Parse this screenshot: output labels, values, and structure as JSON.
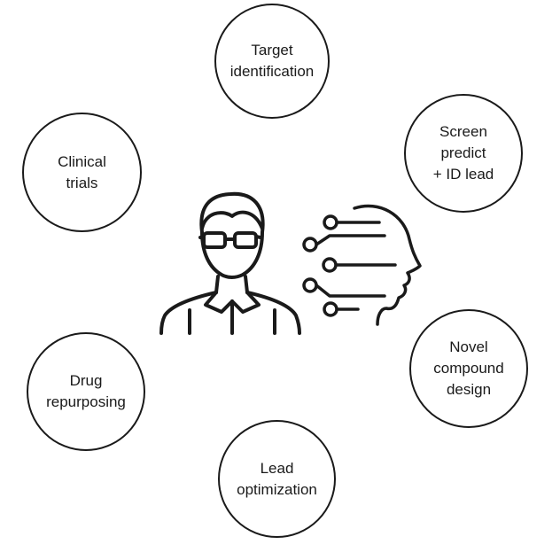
{
  "nodes": [
    {
      "id": "target-identification",
      "label": "Target\nidentification"
    },
    {
      "id": "screen-predict",
      "label": "Screen\npredict\n+ ID lead"
    },
    {
      "id": "clinical-trials",
      "label": "Clinical\ntrials"
    },
    {
      "id": "novel-compound-design",
      "label": "Novel\ncompound\ndesign"
    },
    {
      "id": "drug-repurposing",
      "label": "Drug\nrepurposing"
    },
    {
      "id": "lead-optimization",
      "label": "Lead\noptimization"
    }
  ],
  "center": {
    "left_icon": "person-with-glasses-icon",
    "right_icon": "ai-head-circuit-icon"
  },
  "colors": {
    "stroke": "#1a1a1a",
    "background": "#ffffff"
  }
}
